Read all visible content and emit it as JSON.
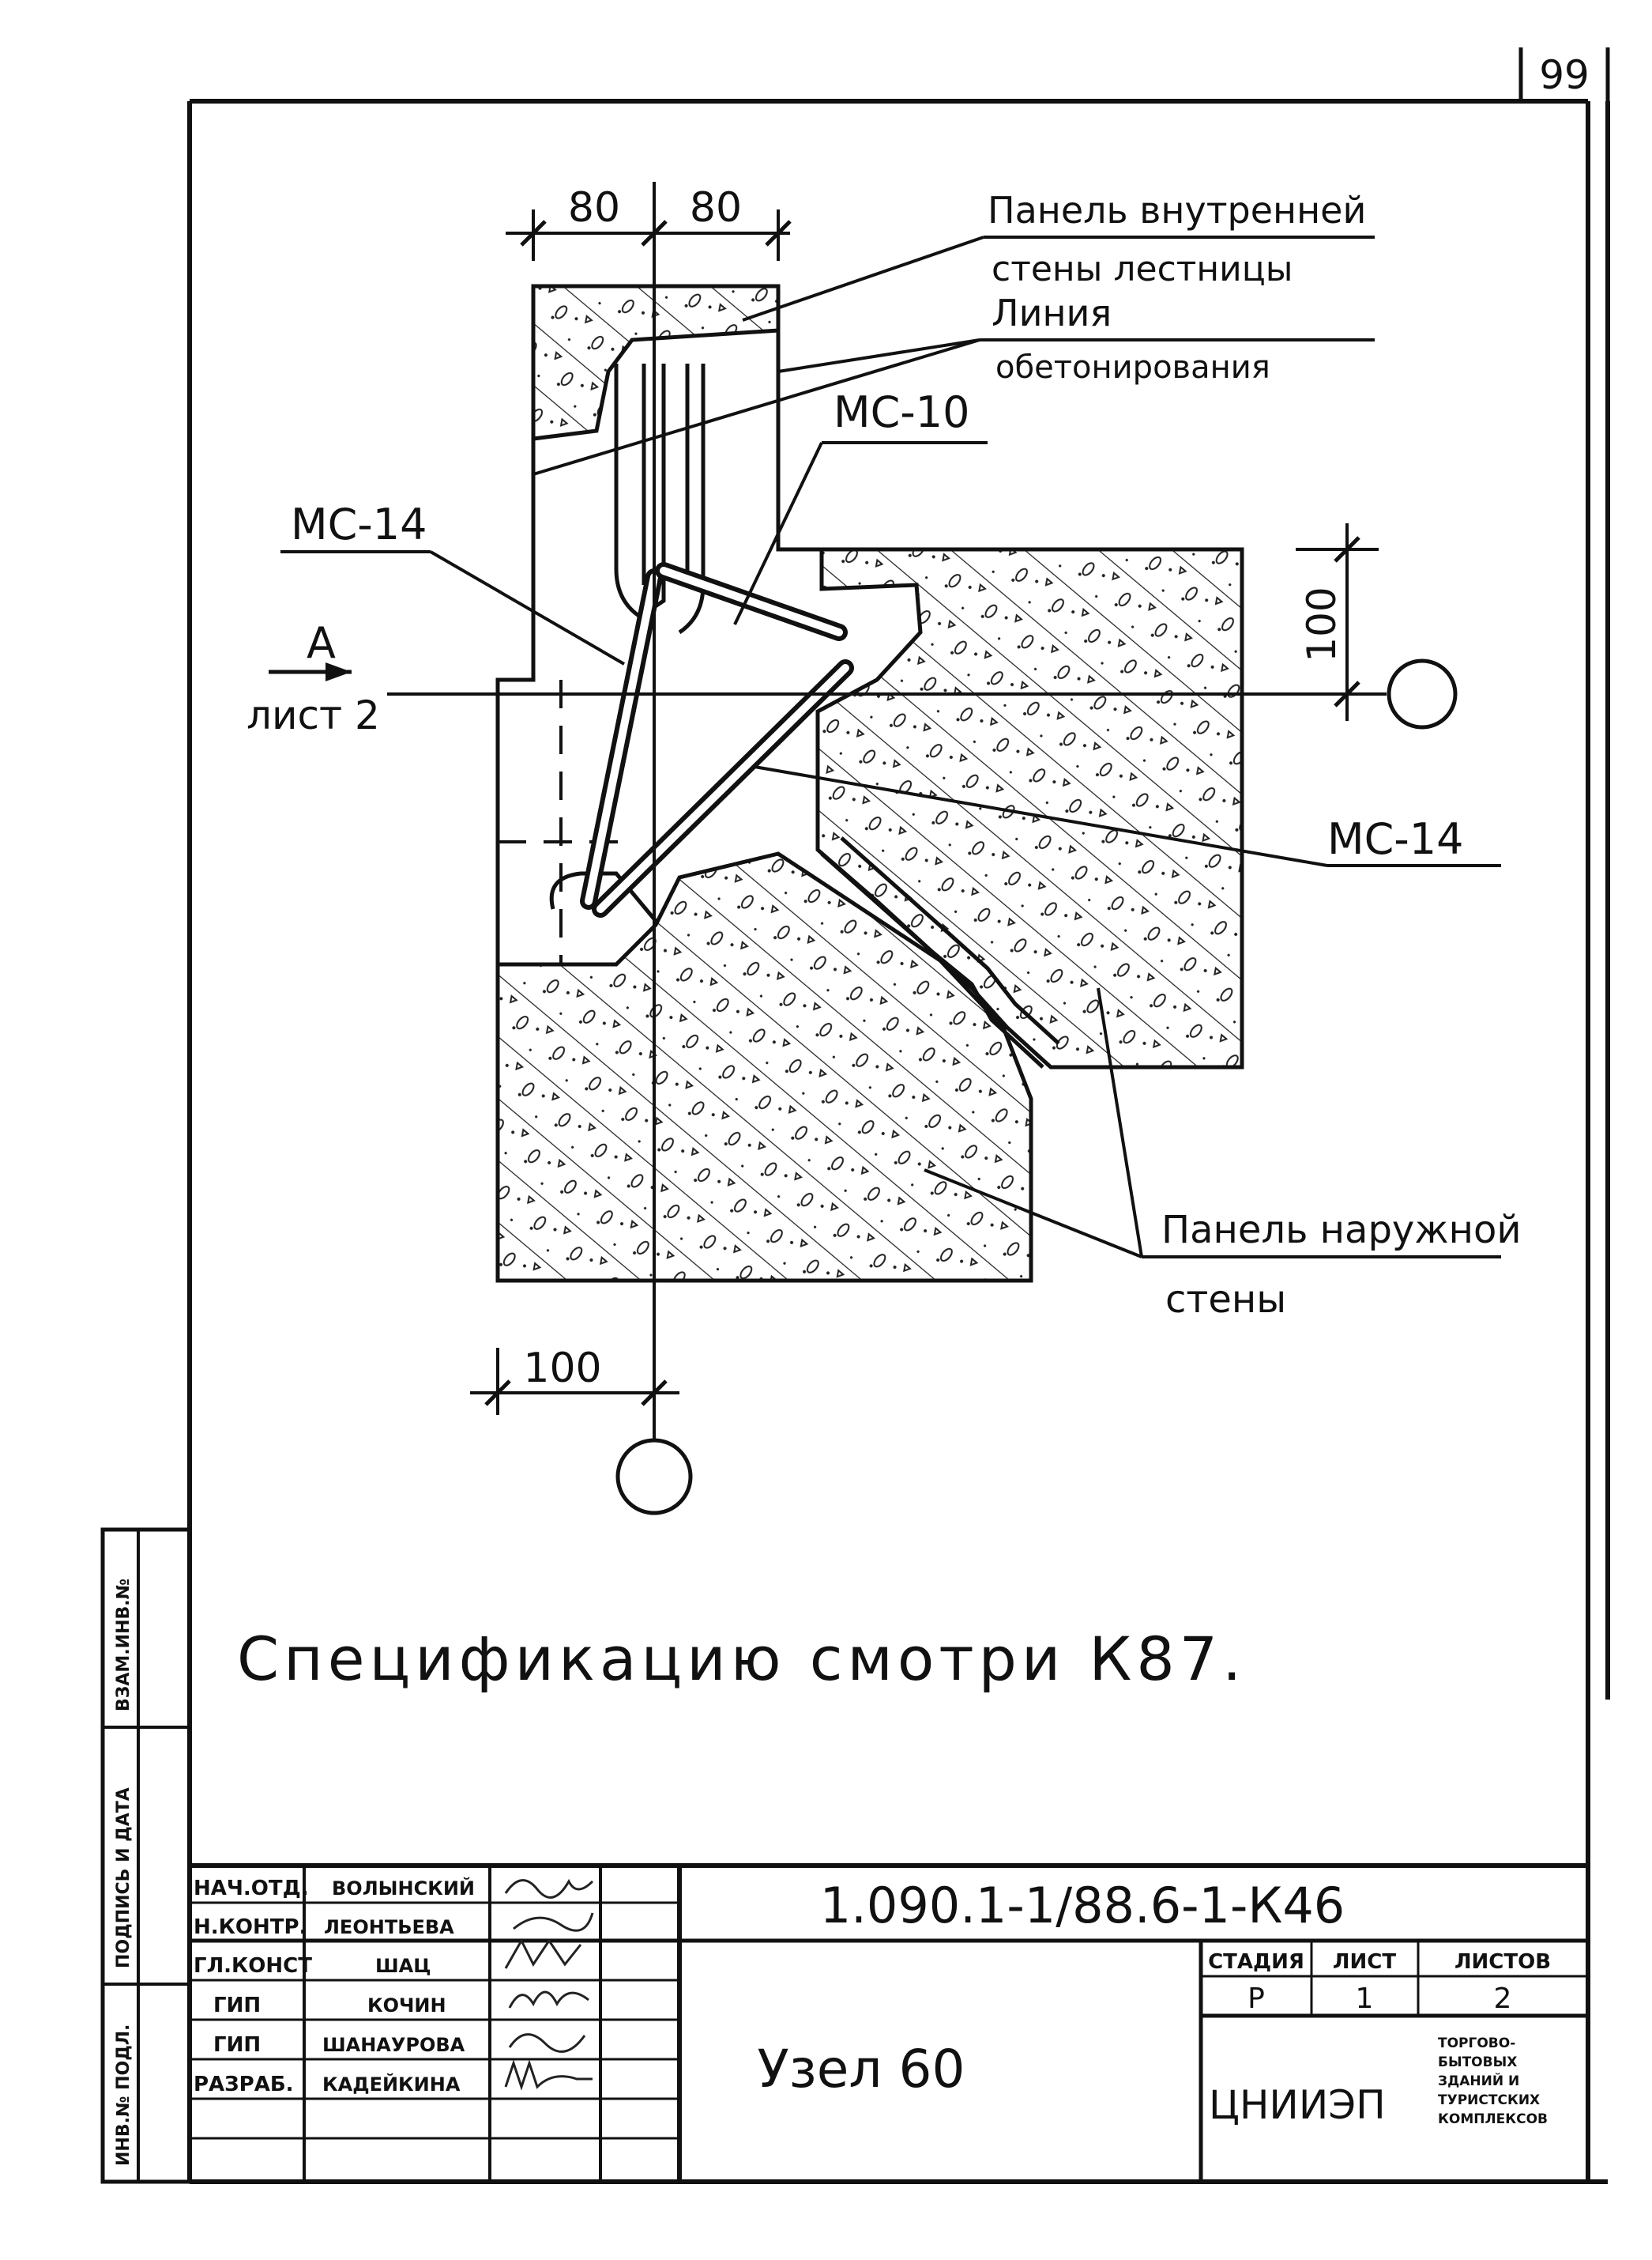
{
  "page_number": "99",
  "dimensions": {
    "top_left": "80",
    "top_right": "80",
    "right_vertical": "100",
    "bottom": "100"
  },
  "labels": {
    "inner_panel_line1": "Панель внутренней",
    "inner_panel_line2": "стены лестницы",
    "concrete_line1": "Линия",
    "concrete_line2": "обетонирования",
    "mc10": "МС-10",
    "mc14_left": "МС-14",
    "mc14_right": "МС-14",
    "section_letter": "А",
    "section_sheet": "лист 2",
    "outer_panel_line1": "Панель наружной",
    "outer_panel_line2": "стены"
  },
  "note": "Спецификацию смотри К87.",
  "side_stamp": {
    "col1": "ИНВ.№ ПОДЛ.",
    "col2": "ПОДПИСЬ И ДАТА",
    "col3": "ВЗАМ.ИНВ.№"
  },
  "title_block": {
    "doc_code": "1.090.1-1/88.6-1-К46",
    "title": "Узел 60",
    "people": [
      {
        "role": "НАЧ.ОТД.",
        "name": "ВОЛЫНСКИЙ"
      },
      {
        "role": "Н.КОНТР.",
        "name": "ЛЕОНТЬЕВА"
      },
      {
        "role": "ГЛ.КОНСТ",
        "name": "ШАЦ"
      },
      {
        "role": "ГИП",
        "name": "КОЧИН"
      },
      {
        "role": "ГИП",
        "name": "ШАНАУРОВА"
      },
      {
        "role": "РАЗРАБ.",
        "name": "КАДЕЙКИНА"
      }
    ],
    "stage_header": "СТАДИЯ",
    "sheet_header": "ЛИСТ",
    "sheets_header": "ЛИСТОВ",
    "stage": "Р",
    "sheet": "1",
    "sheets": "2",
    "org": "ЦНИИЭП",
    "org_desc": [
      "ТОРГОВО-",
      "БЫТОВЫХ",
      "ЗДАНИЙ И",
      "ТУРИСТСКИХ",
      "КОМПЛЕКСОВ"
    ]
  }
}
